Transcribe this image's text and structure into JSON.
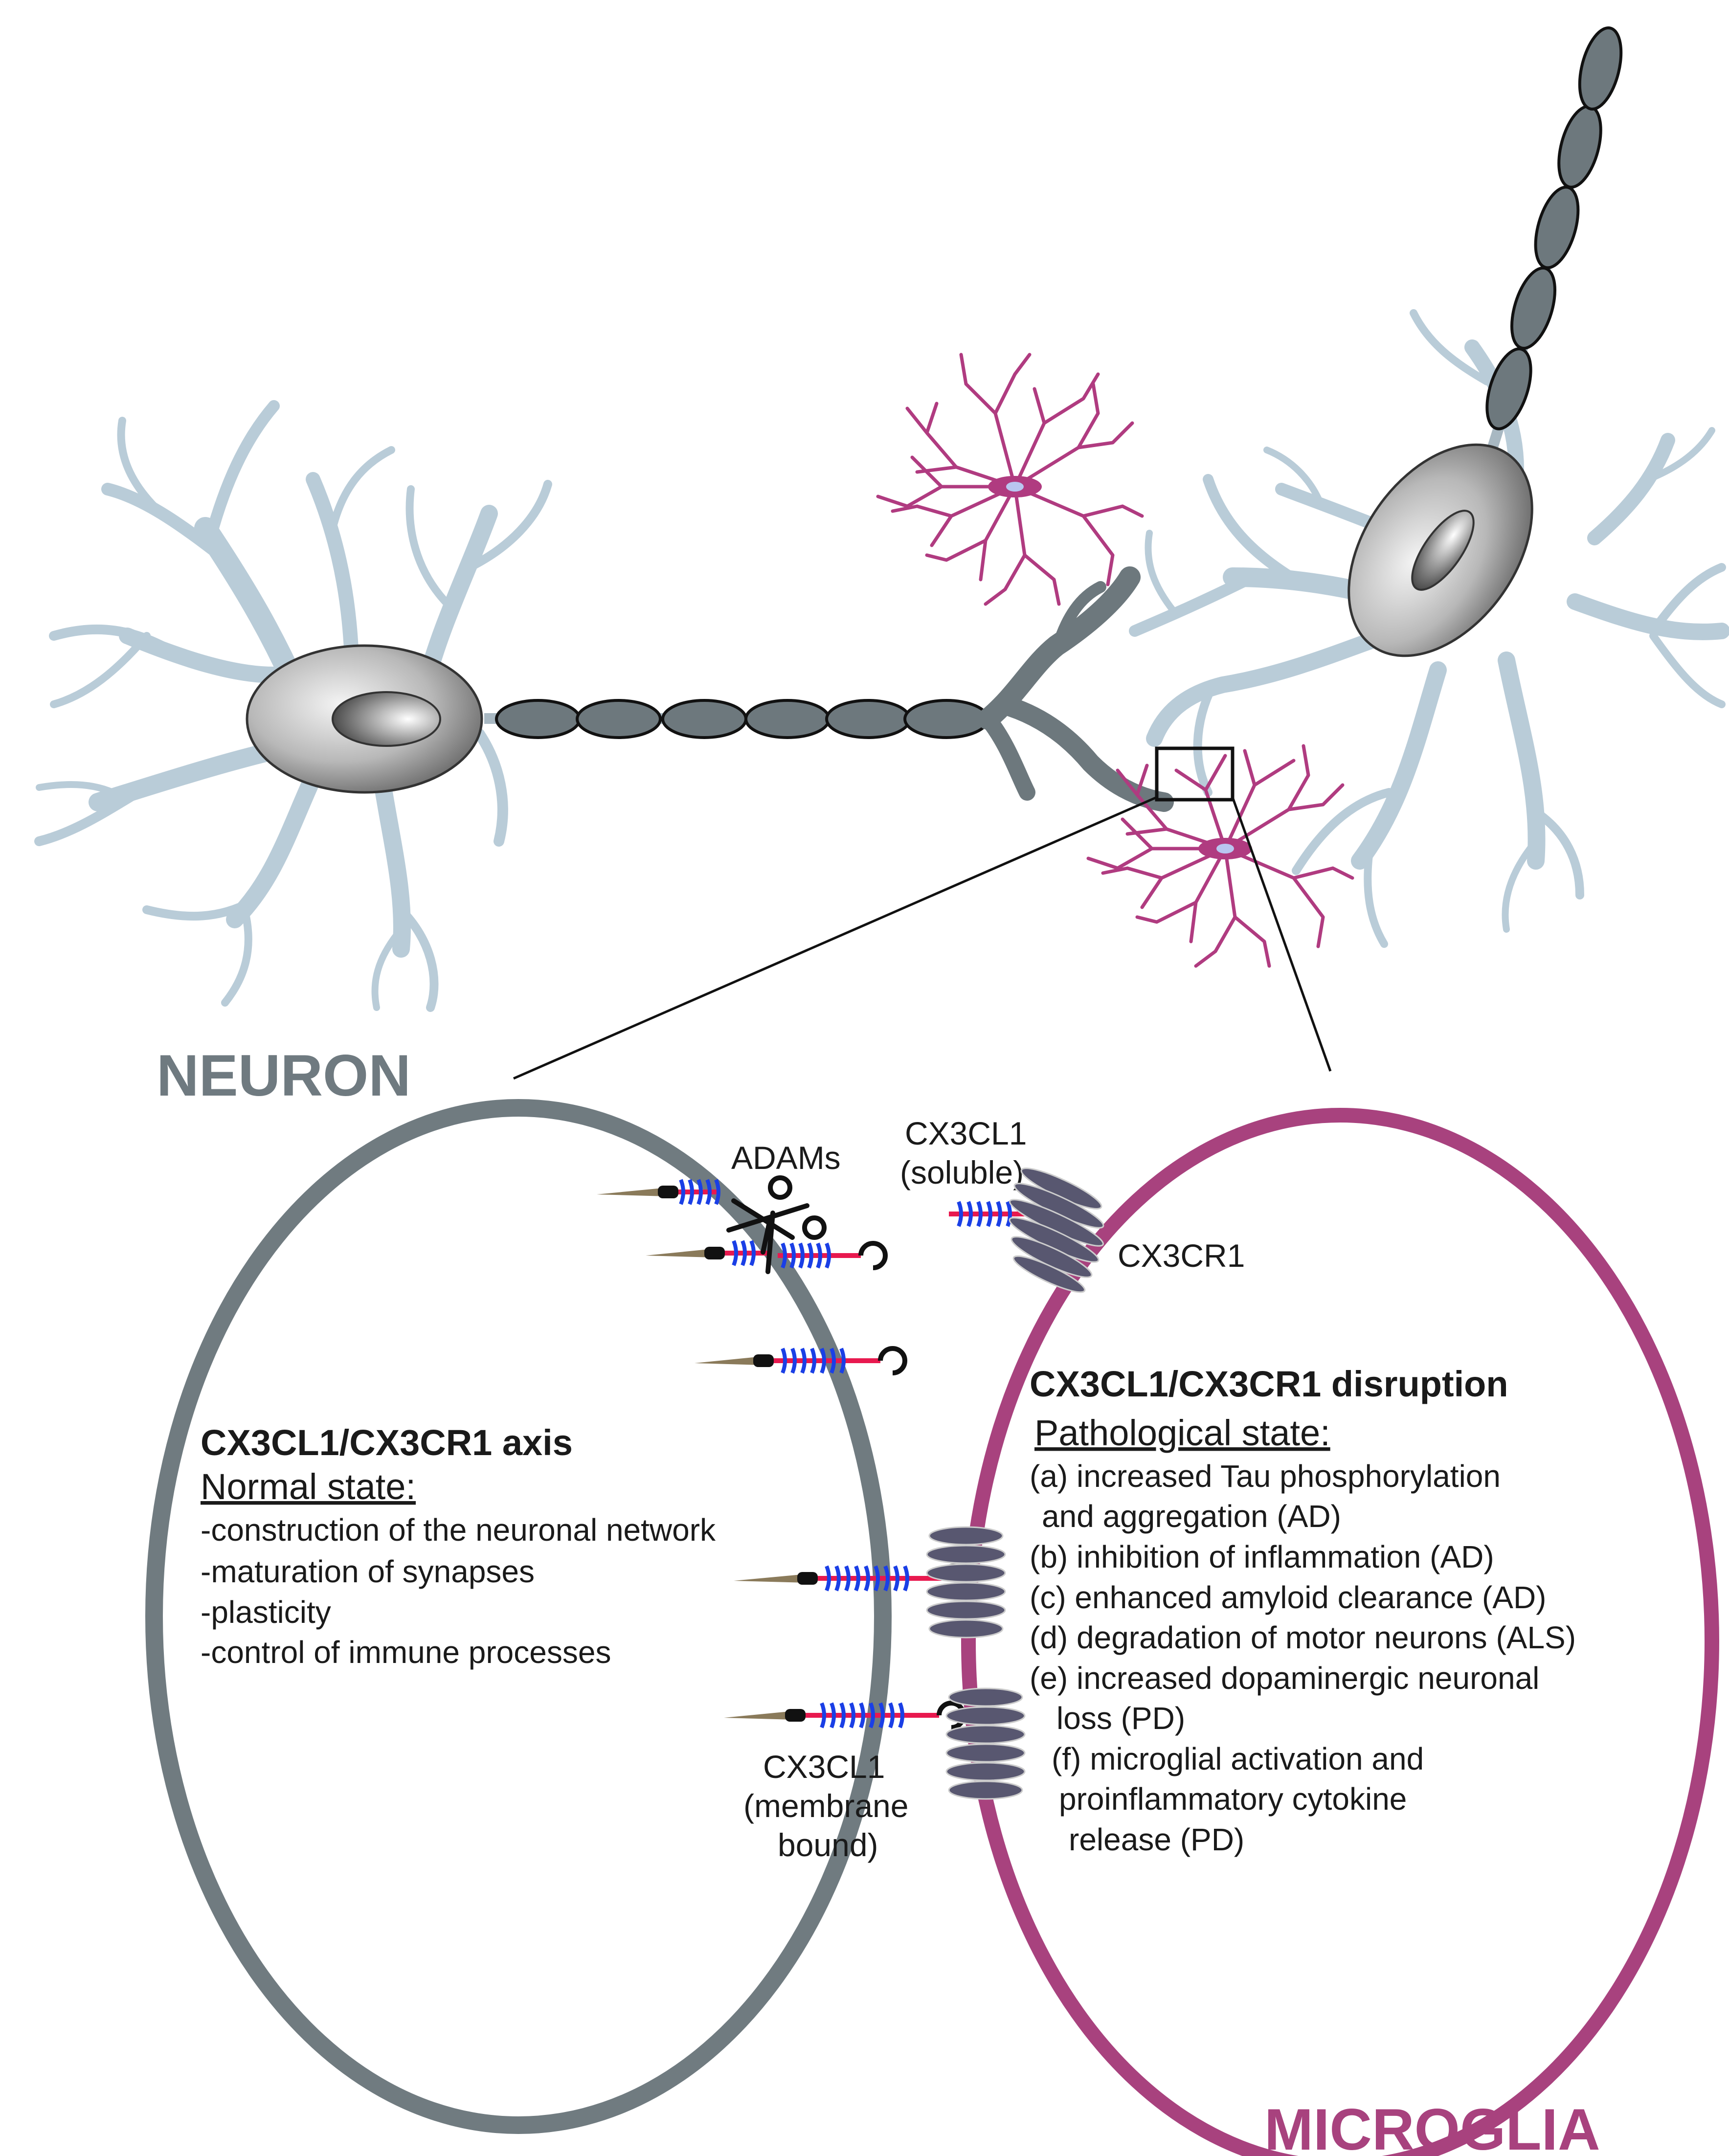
{
  "colors": {
    "neuron_membrane": "#707b80",
    "microglia_membrane": "#a8427e",
    "dendrite": "#b9ccd8",
    "axon_segment": "#6d787d",
    "microglia_cell": "#b03b80",
    "receptor": "#585770",
    "chemokine_stalk": "#e8194f",
    "chemokine_domain": "#1a3fe6"
  },
  "labels": {
    "neuron_title": "NEURON",
    "microglia_title": "MICROGLIA",
    "adams": "ADAMs",
    "soluble_line1": "CX3CL1",
    "soluble_line2": "(soluble)",
    "receptor": "CX3CR1",
    "membrane_line1": "CX3CL1",
    "membrane_line2": "(membrane",
    "membrane_line3": "bound)"
  },
  "normal_panel": {
    "heading": "CX3CL1/CX3CR1 axis",
    "subheading": "Normal state:",
    "items": [
      "-construction of the neuronal network",
      "-maturation of synapses",
      "-plasticity",
      "-control of immune processes"
    ]
  },
  "disruption_panel": {
    "heading": "CX3CL1/CX3CR1 disruption",
    "subheading": "Pathological state:",
    "lines": [
      "(a) increased Tau phosphorylation",
      "and aggregation (AD)",
      "(b) inhibition of inflammation (AD)",
      "(c) enhanced amyloid clearance (AD)",
      "(d) degradation of motor neurons (ALS)",
      "(e) increased dopaminergic neuronal",
      "loss (PD)",
      "(f) microglial activation and",
      "proinflammatory cytokine",
      "release (PD)"
    ]
  }
}
